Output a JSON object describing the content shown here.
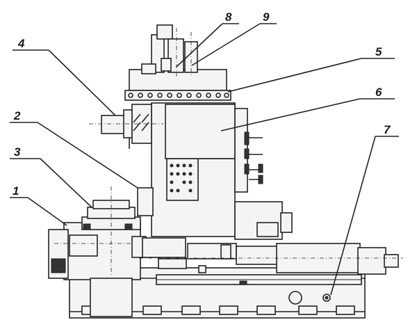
{
  "callouts": [
    {
      "id": "c1",
      "label": "1"
    },
    {
      "id": "c2",
      "label": "2"
    },
    {
      "id": "c3",
      "label": "3"
    },
    {
      "id": "c4",
      "label": "4"
    },
    {
      "id": "c5",
      "label": "5"
    },
    {
      "id": "c6",
      "label": "6"
    },
    {
      "id": "c7",
      "label": "7"
    },
    {
      "id": "c8",
      "label": "8"
    },
    {
      "id": "c9",
      "label": "9"
    }
  ],
  "colors": {
    "ink": "#222222",
    "paper": "#ffffff"
  }
}
